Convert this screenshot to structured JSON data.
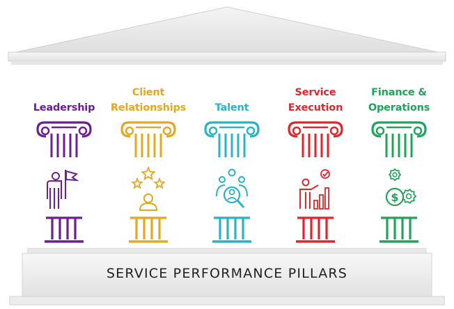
{
  "pillars": [
    {
      "id": "leadership",
      "title": "Leadership",
      "color": "#6b1f93",
      "icon": "person-with-flag-icon"
    },
    {
      "id": "client-relationships",
      "title": "Client\nRelationships",
      "color": "#e3a821",
      "icon": "person-with-stars-icon"
    },
    {
      "id": "talent",
      "title": "Talent",
      "color": "#29b3c3",
      "icon": "team-magnifier-icon"
    },
    {
      "id": "service-execution",
      "title": "Service\nExecution",
      "color": "#e0262c",
      "icon": "presenter-chart-checkmark-icon"
    },
    {
      "id": "finance-operations",
      "title": "Finance &\nOperations",
      "color": "#21a35b",
      "icon": "dollar-coin-gears-icon"
    }
  ],
  "base_label": "SERVICE PERFORMANCE PILLARS"
}
